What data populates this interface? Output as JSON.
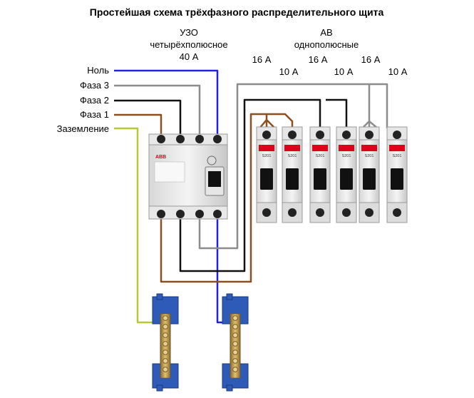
{
  "title": "Простейшая схема трёхфазного распределительного щита",
  "rcd": {
    "line1": "УЗО",
    "line2": "четырёхполюсное",
    "line3": "40 А"
  },
  "breakers": {
    "line1": "АВ",
    "line2": "однополюсные",
    "ratings_top": [
      "16 А",
      "16 А",
      "16 А"
    ],
    "ratings_bottom": [
      "10 А",
      "10 А",
      "10 А"
    ]
  },
  "wires": [
    "Ноль",
    "Фаза 3",
    "Фаза 2",
    "Фаза 1",
    "Заземление"
  ],
  "device_text": {
    "brand": "ABB",
    "breaker_model": "S201"
  },
  "colors": {
    "neutral": "#2222dd",
    "phase3": "#8c8c8c",
    "phase2": "#111111",
    "phase1": "#8a5020",
    "ground": "#b8c832",
    "terminal_block": "#2e5bb8",
    "busbar": "#c8a050",
    "abb_red": "#e0001a"
  }
}
